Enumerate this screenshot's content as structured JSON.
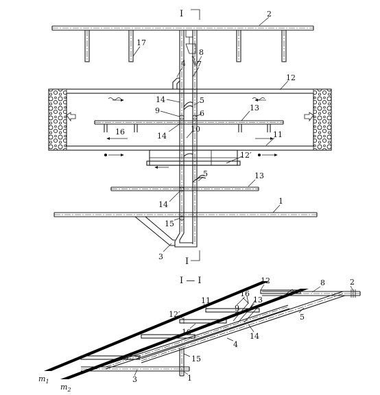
{
  "section_marks": {
    "top": "I",
    "bottom": "I"
  },
  "plan_labels": {
    "l2": "2",
    "l17": "17",
    "l8": "8",
    "l7": "7",
    "l4": "4",
    "l12": "12",
    "l14a": "14",
    "l5a": "5",
    "l9": "9",
    "l6": "6",
    "l13a": "13",
    "l16": "16",
    "l14b": "14",
    "l10": "10",
    "l11": "11",
    "l12p": "12′",
    "l5b": "5",
    "l13b": "13",
    "l14c": "14",
    "l1": "1",
    "l15": "15",
    "l3": "3"
  },
  "section_title": "I — I",
  "section_labels": {
    "s12": "12",
    "s8": "8",
    "s2": "2",
    "s16": "16",
    "s11": "11",
    "s13": "13",
    "s9": "9",
    "s12p": "12′",
    "s10": "10",
    "s5": "5",
    "s14": "14",
    "s4": "4",
    "s15": "15",
    "s3": "3",
    "s1": "1",
    "m1": "m",
    "m1sub": "1",
    "m2": "m",
    "m2sub": "2"
  }
}
